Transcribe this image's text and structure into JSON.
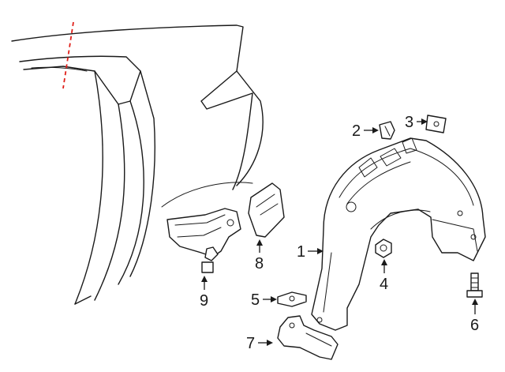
{
  "diagram": {
    "callouts": [
      {
        "number": "1",
        "part": "inner-fender-liner"
      },
      {
        "number": "2",
        "part": "clip"
      },
      {
        "number": "3",
        "part": "u-nut"
      },
      {
        "number": "4",
        "part": "nut"
      },
      {
        "number": "5",
        "part": "u-nut"
      },
      {
        "number": "6",
        "part": "bolt"
      },
      {
        "number": "7",
        "part": "bracket"
      },
      {
        "number": "8",
        "part": "fuel-door"
      },
      {
        "number": "9",
        "part": "fuel-door-housing"
      }
    ],
    "colors": {
      "line": "#1a1a1a",
      "cut_line": "#e0201a",
      "background": "#ffffff"
    }
  }
}
